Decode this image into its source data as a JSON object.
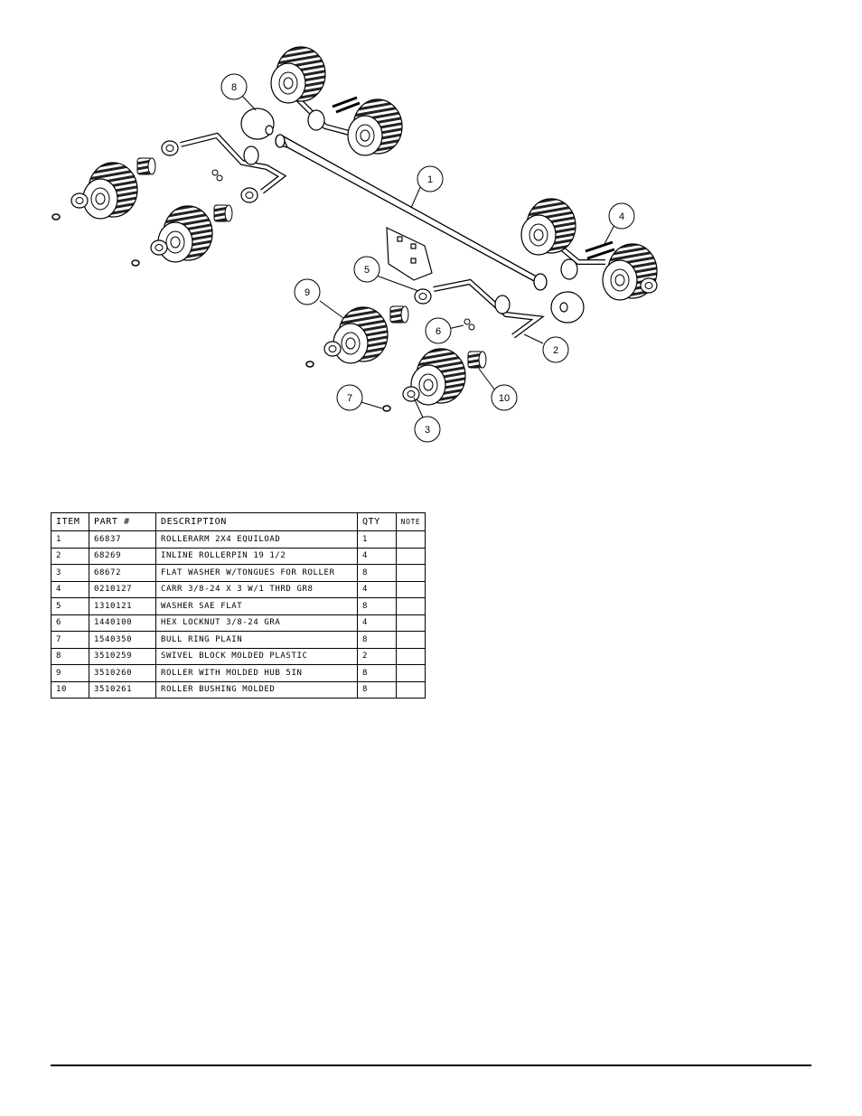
{
  "diagram": {
    "callouts": [
      "1",
      "2",
      "3",
      "4",
      "5",
      "6",
      "7",
      "8",
      "9",
      "10"
    ]
  },
  "table": {
    "headers": {
      "item": "ITEM",
      "part": "PART #",
      "description": "DESCRIPTION",
      "qty": "QTY",
      "note": "NOTE"
    },
    "rows": [
      {
        "item": "1",
        "part": "66837",
        "description": "ROLLERARM  2X4 EQUILOAD",
        "qty": "1",
        "note": ""
      },
      {
        "item": "2",
        "part": "68269",
        "description": "INLINE ROLLERPIN 19 1/2",
        "qty": "4",
        "note": ""
      },
      {
        "item": "3",
        "part": "68672",
        "description": "FLAT WASHER W/TONGUES FOR ROLLER",
        "qty": "8",
        "note": ""
      },
      {
        "item": "4",
        "part": "0210127",
        "description": "CARR 3/8-24 X 3 W/1 THRD GR8",
        "qty": "4",
        "note": ""
      },
      {
        "item": "5",
        "part": "1310121",
        "description": "WASHER SAE FLAT",
        "qty": "8",
        "note": ""
      },
      {
        "item": "6",
        "part": "1440100",
        "description": "HEX LOCKNUT 3/8-24 GRA",
        "qty": "4",
        "note": ""
      },
      {
        "item": "7",
        "part": "1540350",
        "description": "BULL RING PLAIN",
        "qty": "8",
        "note": ""
      },
      {
        "item": "8",
        "part": "3510259",
        "description": "SWIVEL BLOCK MOLDED PLASTIC",
        "qty": "2",
        "note": ""
      },
      {
        "item": "9",
        "part": "3510260",
        "description": "ROLLER WITH MOLDED HUB  5IN",
        "qty": "8",
        "note": ""
      },
      {
        "item": "10",
        "part": "3510261",
        "description": "ROLLER BUSHING MOLDED",
        "qty": "8",
        "note": ""
      }
    ]
  }
}
